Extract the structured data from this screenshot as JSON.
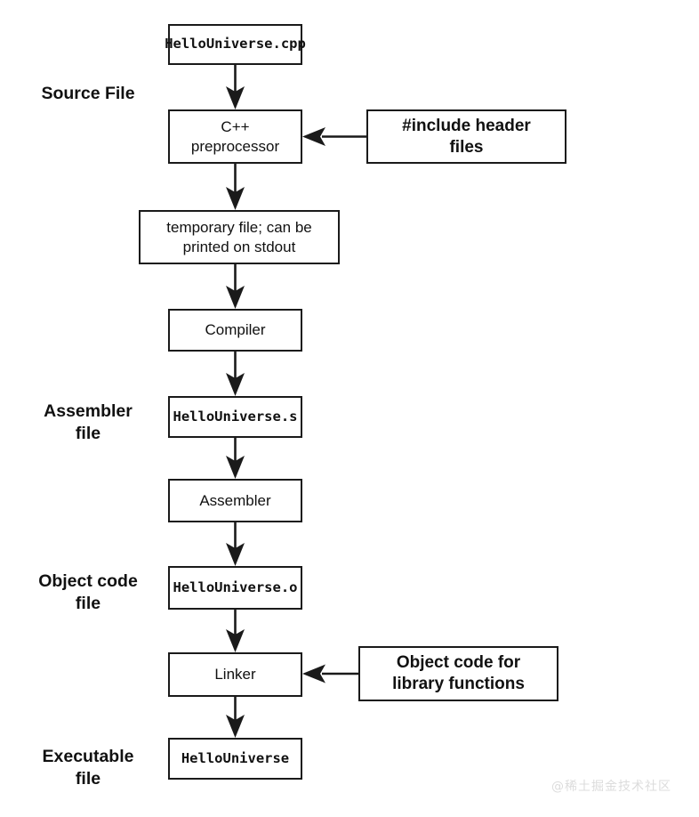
{
  "diagram": {
    "title": "C++ compilation pipeline",
    "colors": {
      "stroke": "#1a1a1a",
      "background": "#ffffff",
      "text": "#111111",
      "watermark": "#dcdcdc"
    },
    "stage_labels": [
      {
        "id": "source-file",
        "text": "Source File"
      },
      {
        "id": "assembler-file",
        "text": "Assembler\nfile"
      },
      {
        "id": "object-code-file",
        "text": "Object code\nfile"
      },
      {
        "id": "executable-file",
        "text": "Executable\nfile"
      }
    ],
    "nodes": [
      {
        "id": "source-cpp",
        "text": "HelloUniverse.cpp"
      },
      {
        "id": "preprocessor",
        "text": "C++\npreprocessor"
      },
      {
        "id": "include-headers",
        "text": "#include header\nfiles"
      },
      {
        "id": "temporary-file",
        "text": "temporary file; can be\nprinted on stdout"
      },
      {
        "id": "compiler",
        "text": "Compiler"
      },
      {
        "id": "assembly-file",
        "text": "HelloUniverse.s"
      },
      {
        "id": "assembler",
        "text": "Assembler"
      },
      {
        "id": "object-file",
        "text": "HelloUniverse.o"
      },
      {
        "id": "linker",
        "text": "Linker"
      },
      {
        "id": "library-object",
        "text": "Object code for\nlibrary functions"
      },
      {
        "id": "executable",
        "text": "HelloUniverse"
      }
    ],
    "flow": [
      {
        "from": "source-cpp",
        "to": "preprocessor",
        "direction": "down"
      },
      {
        "from": "preprocessor",
        "to": "temporary-file",
        "direction": "down"
      },
      {
        "from": "temporary-file",
        "to": "compiler",
        "direction": "down"
      },
      {
        "from": "compiler",
        "to": "assembly-file",
        "direction": "down"
      },
      {
        "from": "assembly-file",
        "to": "assembler",
        "direction": "down"
      },
      {
        "from": "assembler",
        "to": "object-file",
        "direction": "down"
      },
      {
        "from": "object-file",
        "to": "linker",
        "direction": "down"
      },
      {
        "from": "linker",
        "to": "executable",
        "direction": "down"
      },
      {
        "from": "include-headers",
        "to": "preprocessor",
        "direction": "left"
      },
      {
        "from": "library-object",
        "to": "linker",
        "direction": "left"
      }
    ]
  },
  "watermark": {
    "text": "@稀土掘金技术社区"
  }
}
